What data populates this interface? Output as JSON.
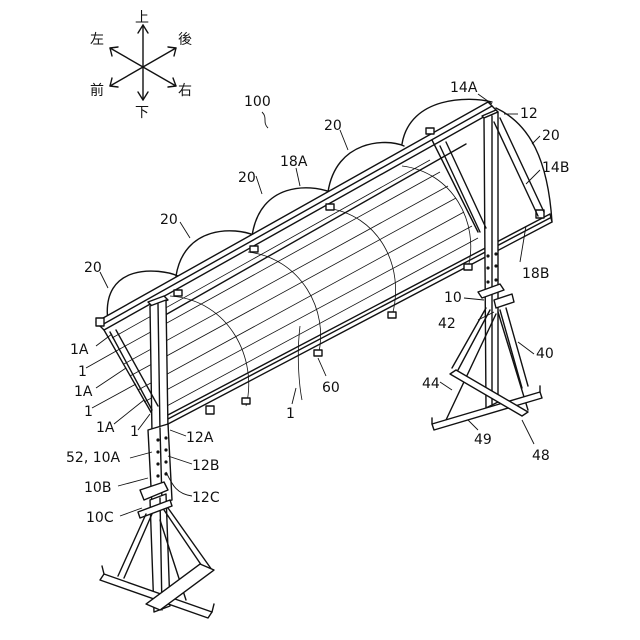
{
  "compass": {
    "up": "上",
    "down": "下",
    "left": "左",
    "right": "右",
    "front": "前",
    "back": "後"
  },
  "labels": {
    "ref_100": "100",
    "ref_14A": "14A",
    "ref_12": "12",
    "ref_20_top_right": "20",
    "ref_14B": "14B",
    "ref_18B": "18B",
    "ref_20_a": "20",
    "ref_18A": "18A",
    "ref_20_b": "20",
    "ref_20_c": "20",
    "ref_20_d": "20",
    "ref_10": "10",
    "ref_42": "42",
    "ref_40": "40",
    "ref_44": "44",
    "ref_49": "49",
    "ref_48": "48",
    "ref_60": "60",
    "ref_1_mid": "1",
    "ref_1A_1": "1A",
    "ref_1_1": "1",
    "ref_1A_2": "1A",
    "ref_1_2": "1",
    "ref_1A_3": "1A",
    "ref_1_3": "1",
    "ref_12A": "12A",
    "ref_52_10A": "52, 10A",
    "ref_12B": "12B",
    "ref_10B": "10B",
    "ref_12C": "12C",
    "ref_10C": "10C"
  }
}
